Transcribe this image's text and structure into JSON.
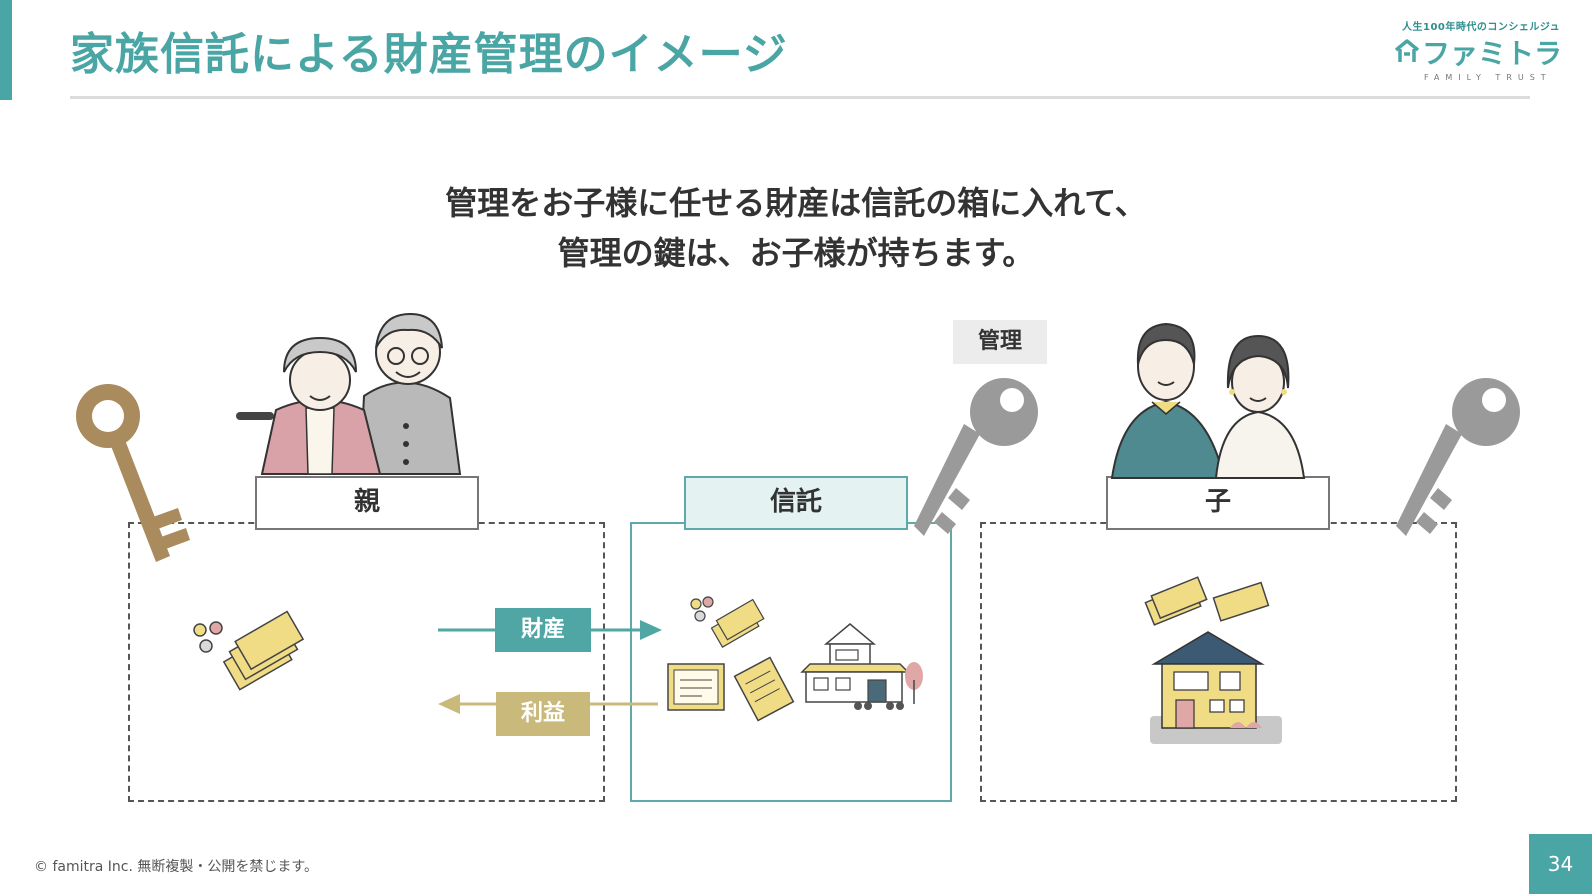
{
  "header": {
    "title": "家族信託による財産管理のイメージ",
    "accent_color": "#4aa5a5"
  },
  "logo": {
    "tagline": "人生100年時代のコンシェルジュ",
    "name": "ファミトラ",
    "sub": "FAMILY TRUST",
    "icon": "house-icon"
  },
  "headline": {
    "line1": "管理をお子様に任せる財産は信託の箱に入れて、",
    "line2": "管理の鍵は、お子様が持ちます。"
  },
  "diagram": {
    "parent_label": "親",
    "trust_label": "信託",
    "child_label": "子",
    "kanri_tag": "管理",
    "arrow_property": "財産",
    "arrow_profit": "利益",
    "colors": {
      "property_arrow": "#4fa6a5",
      "profit_arrow": "#c9b97a",
      "parent_key": "#a98b5e",
      "child_key": "#9a9a9a",
      "trust_border": "#5fa9ab"
    },
    "icons": [
      "key-icon",
      "elderly-couple-illustration",
      "money-icon",
      "certificate-icon",
      "house-icon",
      "child-couple-illustration"
    ]
  },
  "footer": {
    "copyright": "© famitra Inc. 無断複製・公開を禁じます。",
    "page_number": "34"
  }
}
